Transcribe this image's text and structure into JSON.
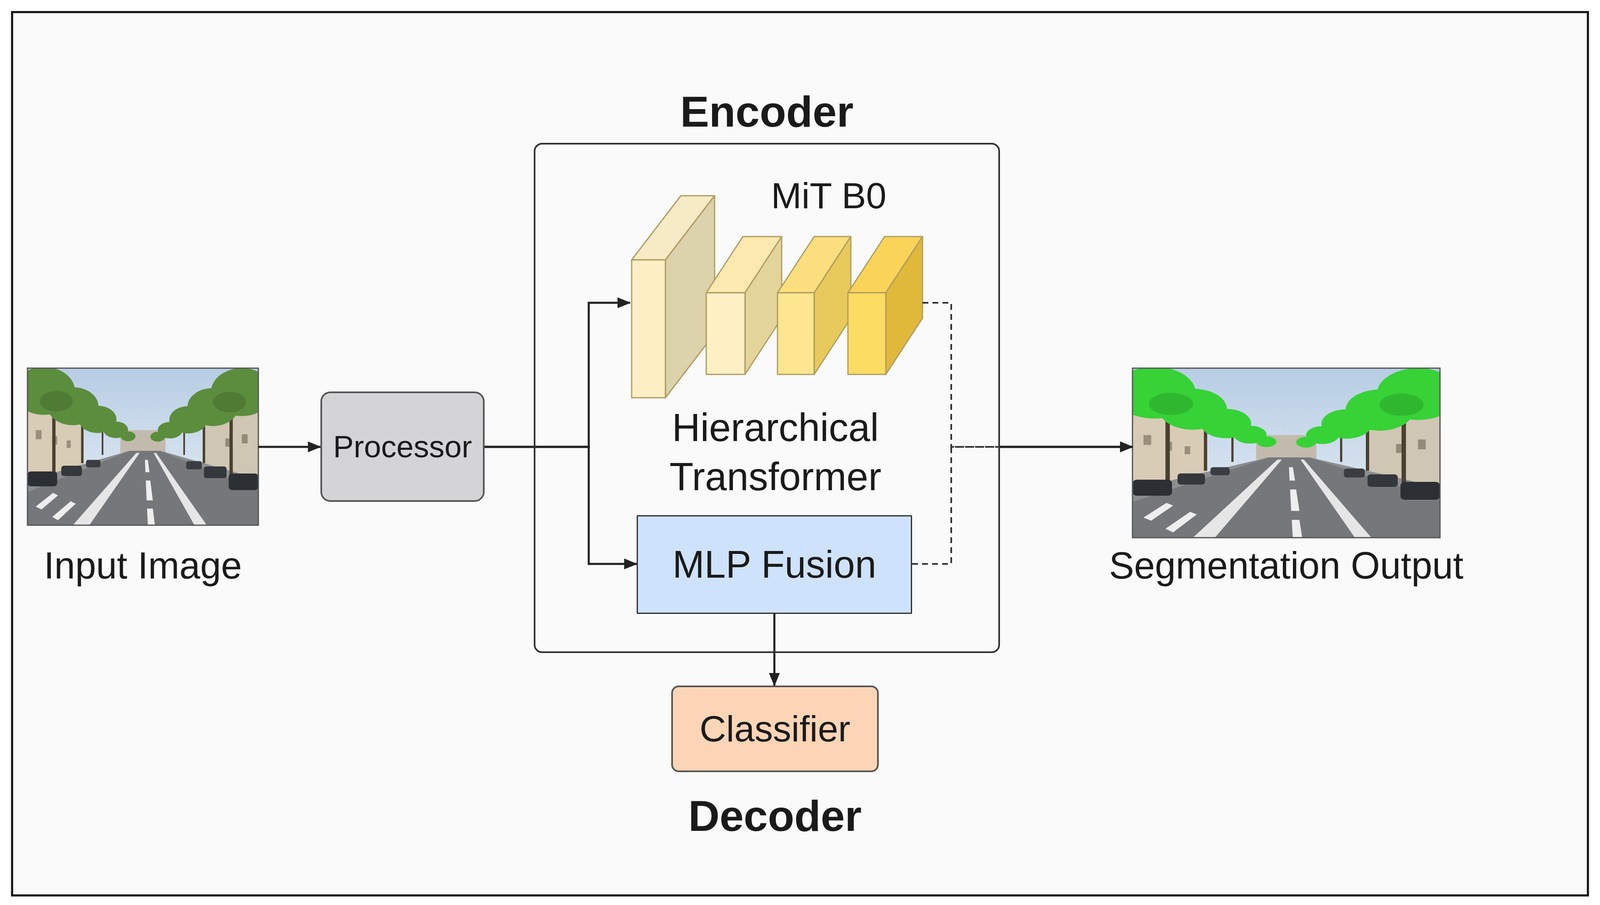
{
  "diagram": {
    "nodes": [
      {
        "text": [
          "Input Image"
        ]
      },
      {
        "text": [
          "Processor"
        ]
      },
      {
        "text": [
          "Encoder"
        ]
      },
      {
        "text": [
          "MiT B0",
          "Hierarchical Transformer"
        ],
        "in": 2
      },
      {
        "text": [
          "MLP Fusion"
        ],
        "in": 2
      },
      {
        "text": [
          "Classifier",
          "Decoder"
        ]
      },
      {
        "text": [
          "Segmentation Output"
        ]
      }
    ],
    "edges": [
      {
        "from": 0,
        "to": 1,
        "arrow": "to"
      },
      {
        "from": 1,
        "to": 3,
        "arrow": "to"
      },
      {
        "from": 1,
        "to": 4,
        "arrow": "to"
      },
      {
        "from": 3,
        "to": 6,
        "arrow": "to"
      },
      {
        "from": 4,
        "to": 6,
        "arrow": "to"
      },
      {
        "from": 4,
        "to": 5,
        "arrow": "to"
      }
    ]
  }
}
